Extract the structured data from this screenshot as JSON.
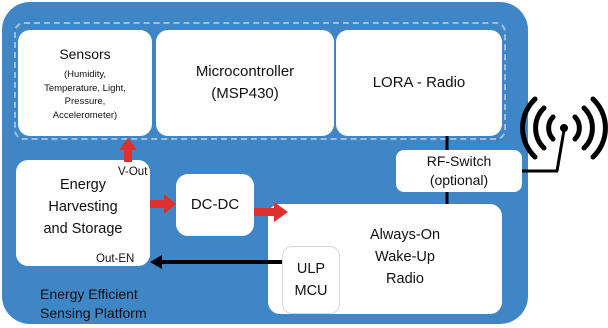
{
  "sensors": {
    "title": "Sensors",
    "detail": [
      "(Humidity,",
      "Temperature, Light,",
      "Pressure,",
      "Accelerometer)"
    ]
  },
  "microcontroller": {
    "line1": "Microcontroller",
    "line2": "(MSP430)"
  },
  "lora": {
    "label": "LORA - Radio"
  },
  "rf_switch": {
    "line1": "RF-Switch",
    "line2": "(optional)"
  },
  "harvesting": {
    "line1": "Energy",
    "line2": "Harvesting",
    "line3": "and Storage"
  },
  "dcdc": {
    "label": "DC-DC"
  },
  "wakeup": {
    "line1": "Always-On",
    "line2": "Wake-Up",
    "line3": "Radio"
  },
  "ulp": {
    "line1": "ULP",
    "line2": "MCU"
  },
  "signals": {
    "vout": "V-Out",
    "outen": "Out-EN"
  },
  "platform": {
    "line1": "Energy Efficient",
    "line2": "Sensing Platform"
  },
  "colors": {
    "platform_bg": "#3e86c6",
    "red_arrow": "#e0302c",
    "black_arrow": "#000000",
    "box": "#ffffff"
  },
  "icons": [
    "antenna-icon"
  ]
}
